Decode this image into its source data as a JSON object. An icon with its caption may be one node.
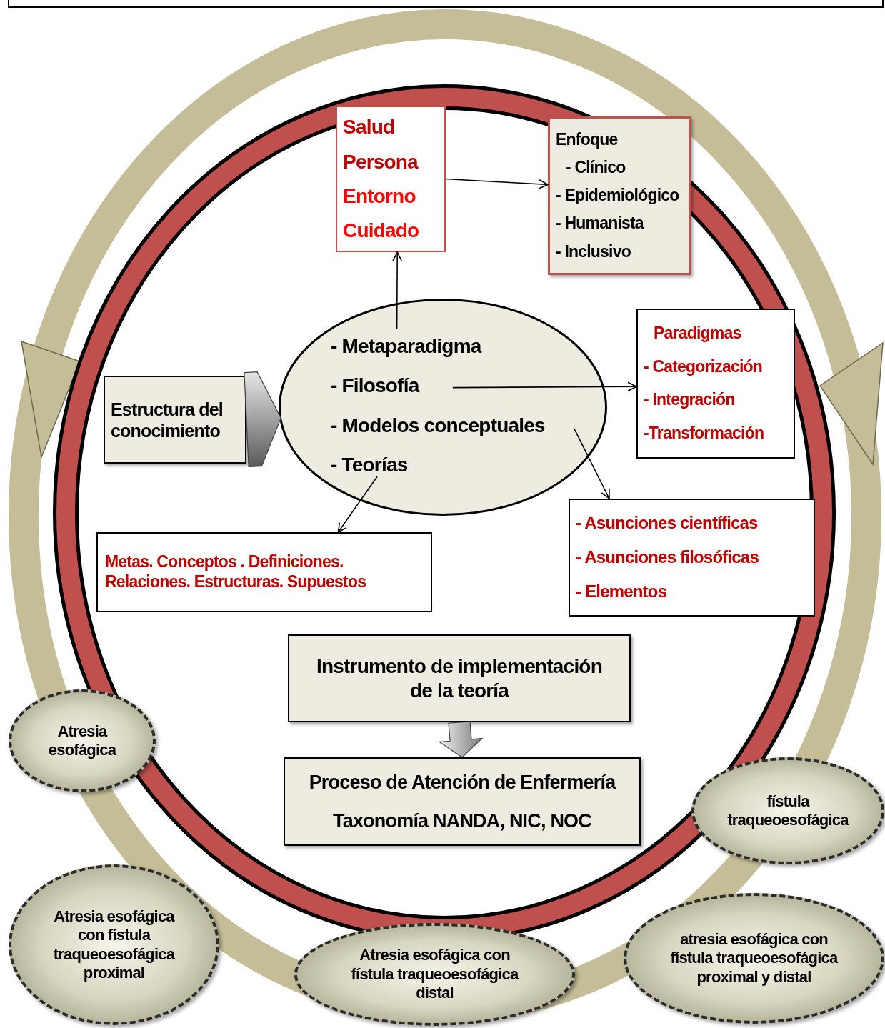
{
  "diagram": {
    "nodes": [
      {
        "text": [
          "Salud",
          "Persona",
          "Entorno",
          "Cuidado"
        ]
      },
      {
        "text": [
          "Enfoque",
          "- Clínico",
          "- Epidemiológico",
          "- Humanista",
          "- Inclusivo"
        ]
      },
      {
        "text": [
          "- Metaparadigma",
          "- Filosofía",
          "- Modelos conceptuales",
          "- Teorías"
        ]
      },
      {
        "text": [
          "Estructura del conocimiento"
        ]
      },
      {
        "text": [
          "Paradigmas",
          "- Categorización",
          "- Integración",
          "-Transformación"
        ]
      },
      {
        "text": [
          "Metas. Conceptos . Definiciones. Relaciones. Estructuras. Supuestos"
        ]
      },
      {
        "text": [
          "- Asunciones científicas",
          "- Asunciones filosóficas",
          "- Elementos"
        ]
      },
      {
        "text": [
          "Instrumento de implementación de la teoría"
        ]
      },
      {
        "text": [
          "Proceso de Atención de Enfermería",
          "Taxonomía NANDA, NIC, NOC"
        ]
      },
      {
        "text": [
          "Atresia esofágica"
        ]
      },
      {
        "text": [
          "fístula traqueoesofágica"
        ]
      },
      {
        "text": [
          "Atresia esofágica con fístula traqueoesofágica proximal"
        ]
      },
      {
        "text": [
          "Atresia esofágica con fístula traqueoesofágica distal"
        ]
      },
      {
        "text": [
          "atresia esofágica con fístula traqueoesofágica proximal y distal"
        ]
      }
    ],
    "edges": [
      {
        "from": 3,
        "to": 2,
        "arrow": "to",
        "style": "thick"
      },
      {
        "from": 2,
        "to": 0,
        "arrow": "to"
      },
      {
        "from": 0,
        "to": 1,
        "arrow": "to"
      },
      {
        "from": 2,
        "to": 4,
        "arrow": "to"
      },
      {
        "from": 2,
        "to": 6,
        "arrow": "to"
      },
      {
        "from": 2,
        "to": 5,
        "arrow": "to"
      },
      {
        "from": 7,
        "to": 8,
        "arrow": "to",
        "style": "thick"
      }
    ]
  }
}
